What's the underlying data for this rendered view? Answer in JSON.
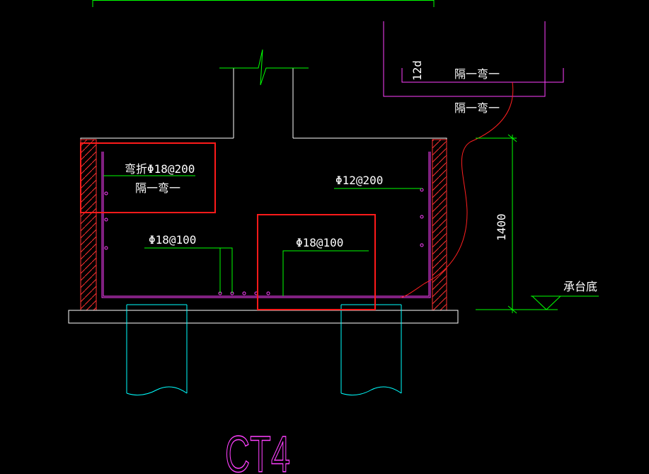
{
  "drawing": {
    "title": "CT4",
    "colors": {
      "background": "#000000",
      "outline": "#ffffff",
      "leader": "#00ff00",
      "rebar": "#ff40ff",
      "pile": "#00ffff",
      "highlight": "#ff1a1a",
      "transition": "#ff2020",
      "hatch": "#ff3030",
      "dim": "#00ff00",
      "text": "#ffffff",
      "title": "#ff40ff"
    },
    "labels": {
      "side_rebar_1": "弯折Φ18@200",
      "side_rebar_2": "隔一弯一",
      "top_rebar": "Φ12@200",
      "bottom_rebar_left": "Φ18@100",
      "bottom_rebar_mid": "Φ18@100",
      "detail_anchor": "12d",
      "detail_inner": "隔一弯一",
      "detail_below": "隔一弯一",
      "dimension": "1400",
      "base_label": "承台底"
    }
  }
}
